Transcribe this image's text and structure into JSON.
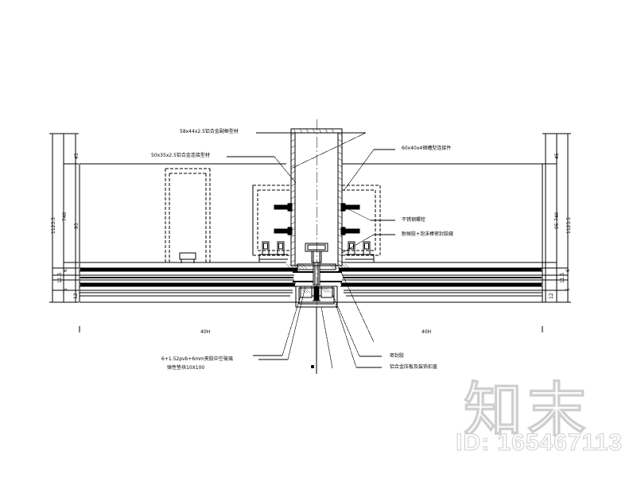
{
  "drawing": {
    "type": "cad-detail",
    "title_visible": false,
    "description": "Curtain wall vertical mullion structural glazing section detail",
    "background_color": "#ffffff",
    "line_color": "#000000"
  },
  "annotations": {
    "top_left": [
      {
        "id": "anno-1",
        "text": "58x44x2.5铝合金副框型材"
      },
      {
        "id": "anno-2",
        "text": "50x35x2.5铝合金连接型材"
      }
    ],
    "top_right": [
      {
        "id": "anno-3",
        "text": "60x40x4钢槽型连接件"
      }
    ],
    "mid_right": [
      {
        "id": "anno-4",
        "text": "不锈钢螺栓"
      },
      {
        "id": "anno-5",
        "text": "耐候胶+泡沫棒密封胶缝"
      }
    ],
    "bottom_left": [
      {
        "id": "anno-6",
        "text": "6+1.52pvb+6mm夹胶中空玻璃"
      },
      {
        "id": "anno-7",
        "text": "弹性垫块10X100"
      }
    ],
    "bottom_right": [
      {
        "id": "anno-8",
        "text": "密封胶"
      },
      {
        "id": "anno-9",
        "text": "铝合金压板及装饰扣盖"
      }
    ]
  },
  "dimensions": {
    "left_chain": [
      {
        "id": "dim-l-1",
        "value": "45"
      },
      {
        "id": "dim-l-2",
        "value": "95"
      },
      {
        "id": "dim-l-3",
        "value": "6"
      },
      {
        "id": "dim-l-4",
        "value": "11.5"
      },
      {
        "id": "dim-l-5",
        "value": "5"
      },
      {
        "id": "dim-l-6",
        "value": "12"
      },
      {
        "id": "dim-l-7",
        "value": "740"
      },
      {
        "id": "dim-l-8",
        "value": "1123.5"
      }
    ],
    "right_chain": [
      {
        "id": "dim-r-1",
        "value": "45"
      },
      {
        "id": "dim-r-2",
        "value": "95"
      },
      {
        "id": "dim-r-3",
        "value": "6"
      },
      {
        "id": "dim-r-4",
        "value": "11.5"
      },
      {
        "id": "dim-r-5",
        "value": "5"
      },
      {
        "id": "dim-r-6",
        "value": "12"
      },
      {
        "id": "dim-r-7",
        "value": "740"
      },
      {
        "id": "dim-r-8",
        "value": "1123.5"
      }
    ],
    "bottom": [
      {
        "id": "dim-b-left",
        "value": "40H"
      },
      {
        "id": "dim-b-right",
        "value": "40H"
      }
    ]
  },
  "watermark": {
    "logo": "知末",
    "id_text": "ID: 165467113",
    "stroke_color": "#cfcfcf"
  }
}
